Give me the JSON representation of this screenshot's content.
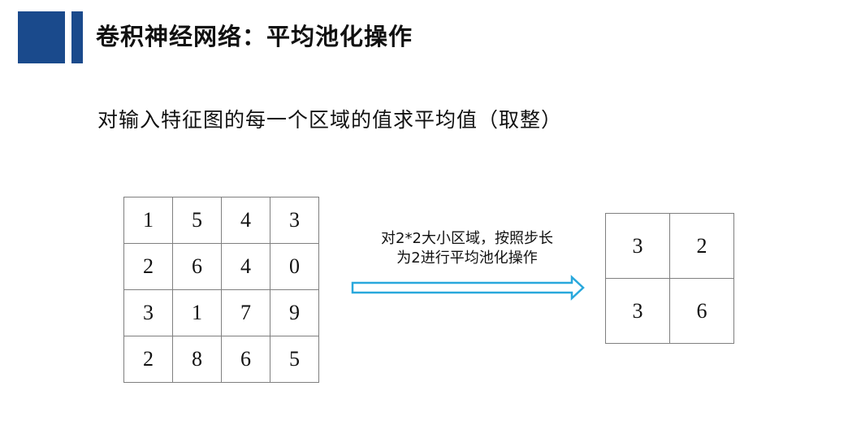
{
  "title": "卷积神经网络：平均池化操作",
  "subtitle": "对输入特征图的每一个区域的值求平均值（取整）",
  "colors": {
    "accent": "#1a4a8c",
    "arrow": "#29a8dc",
    "grid_border": "#7f7f7f"
  },
  "input_matrix": [
    [
      "1",
      "5",
      "4",
      "3"
    ],
    [
      "2",
      "6",
      "4",
      "0"
    ],
    [
      "3",
      "1",
      "7",
      "9"
    ],
    [
      "2",
      "8",
      "6",
      "5"
    ]
  ],
  "operation": {
    "line1": "对2*2大小区域，按照步长",
    "line2": "为2进行平均池化操作"
  },
  "output_matrix": [
    [
      "3",
      "2"
    ],
    [
      "3",
      "6"
    ]
  ]
}
